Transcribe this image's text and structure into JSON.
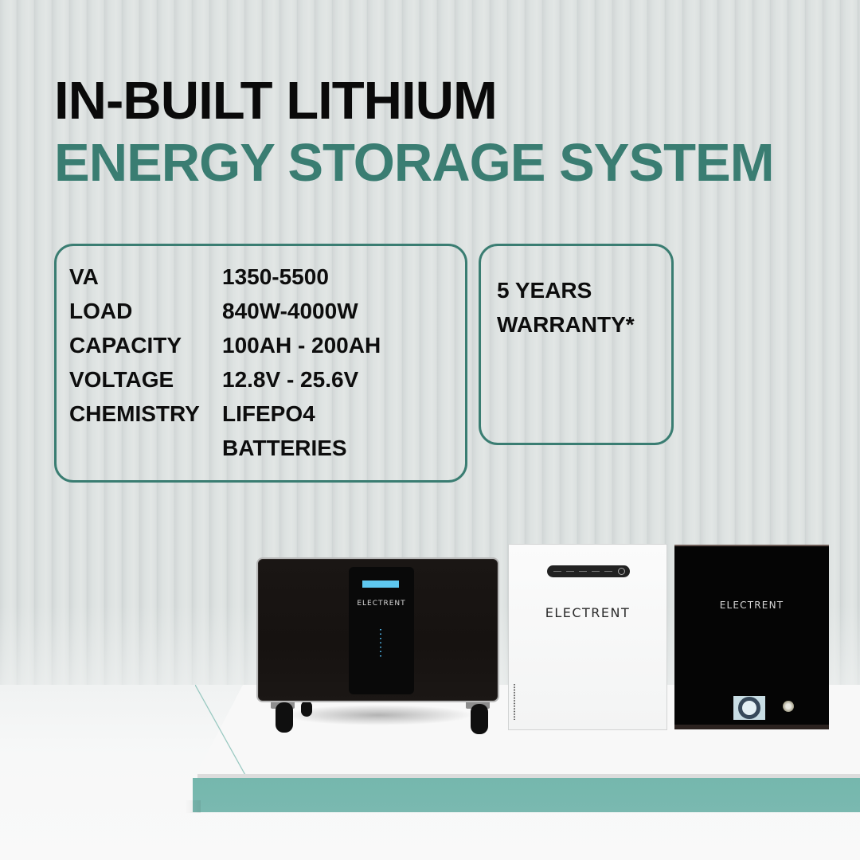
{
  "headline": {
    "line1": "IN-BUILT LITHIUM",
    "line2": "ENERGY STORAGE SYSTEM"
  },
  "specs": {
    "rows": [
      {
        "label": "VA",
        "value": "1350-5500"
      },
      {
        "label": "LOAD",
        "value": "840W-4000W"
      },
      {
        "label": "CAPACITY",
        "value": "100AH - 200AH"
      },
      {
        "label": "VOLTAGE",
        "value": "12.8V - 25.6V"
      },
      {
        "label": "CHEMISTRY",
        "value": "LIFEPO4"
      },
      {
        "label": "",
        "value": "BATTERIES"
      }
    ]
  },
  "warranty": {
    "line1": "5 YEARS",
    "line2": "WARRANTY*"
  },
  "products": {
    "floor_unit": {
      "brand": "ELECTRENT"
    },
    "white_wall_unit": {
      "brand": "ELECTRENT"
    },
    "black_wall_unit": {
      "brand": "ELECTRENT"
    }
  },
  "colors": {
    "accent_teal": "#3a7d72",
    "platform_teal": "#77b8ae",
    "text_dark": "#0a0a0a",
    "background": "#d9dedd"
  }
}
